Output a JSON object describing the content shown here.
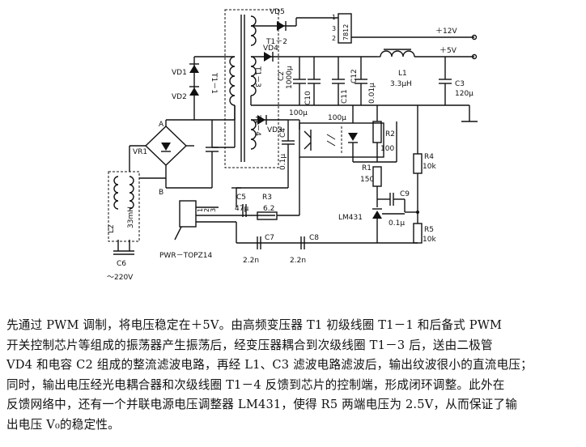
{
  "diagram": {
    "components": {
      "vd5": "VD5",
      "t1_2": "T1－2",
      "reg": "7812",
      "reg_pins": [
        "1",
        "3",
        "2"
      ],
      "v12": "＋12V",
      "v5": "＋5V",
      "vd4": "VD4",
      "vd1": "VD1",
      "vd2": "VD2",
      "t1_1": "T1－1",
      "t1_3": "T1－3",
      "t1_4": "T1－4",
      "c2": "C2",
      "c2_val": "1000μ",
      "c10": "C10",
      "c11": "C11",
      "c12": "C12",
      "val_100u_a": "100μ",
      "val_100u_b": "100μ",
      "val_001u": "0.01μ",
      "l1": "L1",
      "l1_val": "3.3μH",
      "c3": "C3",
      "c3_val": "120μ",
      "node_a": "A",
      "node_b": "B",
      "vr1": "VR1",
      "vd3": "VD3",
      "c4": "C4",
      "c4_val": "0.1μ",
      "r2": "R2",
      "r2_val": "100",
      "r1": "R1",
      "r1_val": "150",
      "r4": "R4",
      "r4_val": "10k",
      "c9": "C9",
      "c9_val": "0.1μ",
      "lm431": "LM431",
      "r5": "R5",
      "r5_val": "10k",
      "c5": "C5",
      "c5_val": "47μ",
      "r3": "R3",
      "r3_val": "6.2",
      "c7": "C7",
      "c7_val": "2.2n",
      "c8": "C8",
      "c8_val": "2.2n",
      "pwr": "PWR－TOPZ14",
      "l2": "L2",
      "l2_val": "33mH",
      "c6": "C6",
      "ac_in": "～220V",
      "ic_pins": [
        "1",
        "2",
        "3"
      ]
    }
  },
  "caption": {
    "lines": [
      "先通过 PWM 调制，将电压稳定在＋5V。由高频变压器 T1 初级线圈 T1－1 和后备式 PWM",
      "开关控制芯片等组成的振荡器产生振荡后，经变压器耦合到次级线圈 T1－3 后，送由二极管",
      "VD4 和电容 C2 组成的整流滤波电路，再经 L1、C3 滤波电路滤波后，输出纹波很小的直流电压；",
      "同时，输出电压经光电耦合器和次级线圈 T1－4 反馈到芯片的控制端，形成闭环调整。此外在",
      "反馈网络中，还有一个并联电源电压调整器 LM431，使得 R5 两端电压为 2.5V，从而保证了输",
      "出电压 V₀的稳定性。"
    ]
  }
}
